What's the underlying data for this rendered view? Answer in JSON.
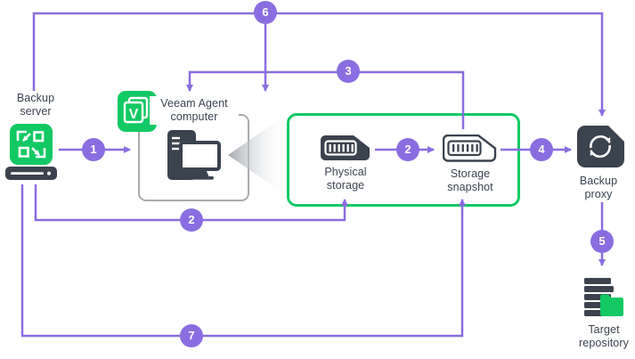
{
  "diagram": {
    "nodes": {
      "backup_server": "Backup server",
      "veeam_agent_computer": "Veeam Agent computer",
      "physical_storage": "Physical storage",
      "storage_snapshot": "Storage snapshot",
      "backup_proxy": "Backup proxy",
      "target_repository": "Target repository"
    },
    "step_badges": {
      "step1": "1",
      "step2_snapshot": "2",
      "step2_path": "2",
      "step3": "3",
      "step4": "4",
      "step5": "5",
      "step6": "6",
      "step7": "7"
    },
    "colors": {
      "accent_purple": "#8a6de0",
      "veeam_green": "#12c964",
      "icon_slate": "#3b434f",
      "box_border_gray": "#a9abad",
      "label_text": "#3b4350"
    }
  }
}
